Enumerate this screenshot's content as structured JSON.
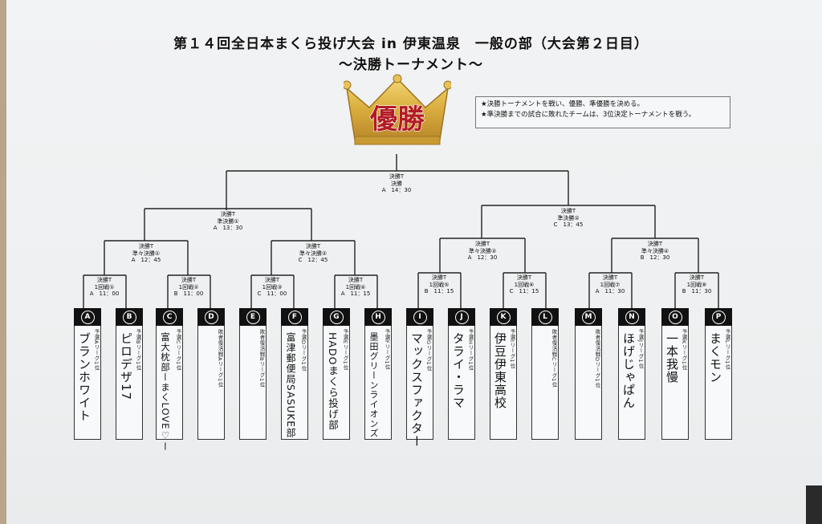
{
  "title": {
    "line1": "第１４回全日本まくら投げ大会 in 伊東温泉　一般の部（大会第２日目）",
    "line2": "〜決勝トーナメント〜"
  },
  "crown": {
    "text": "優勝"
  },
  "notes": [
    "★決勝トーナメントを戦い、優勝、準優勝を決める。",
    "★準決勝までの試合に敗れたチームは、3位決定トーナメントを戦う。"
  ],
  "final": {
    "l1": "決勝T",
    "l2": "決勝",
    "l3": "A　14：30"
  },
  "semis": [
    {
      "l1": "決勝T",
      "l2": "準決勝①",
      "l3": "A　13：30"
    },
    {
      "l1": "決勝T",
      "l2": "準決勝②",
      "l3": "C　13：45"
    }
  ],
  "quarters": [
    {
      "l1": "決勝T",
      "l2": "準々決勝①",
      "l3": "A　12：45"
    },
    {
      "l1": "決勝T",
      "l2": "準々決勝②",
      "l3": "C　12：45"
    },
    {
      "l1": "決勝T",
      "l2": "準々決勝③",
      "l3": "A　12：30"
    },
    {
      "l1": "決勝T",
      "l2": "準々決勝④",
      "l3": "B　12：30"
    }
  ],
  "round1": [
    {
      "l1": "決勝T",
      "l2": "1回戦①",
      "l3": "A　11：00"
    },
    {
      "l1": "決勝T",
      "l2": "1回戦②",
      "l3": "B　11：00"
    },
    {
      "l1": "決勝T",
      "l2": "1回戦③",
      "l3": "C　11：00"
    },
    {
      "l1": "決勝T",
      "l2": "1回戦④",
      "l3": "A　11：15"
    },
    {
      "l1": "決勝T",
      "l2": "1回戦⑤",
      "l3": "B　11：15"
    },
    {
      "l1": "決勝T",
      "l2": "1回戦⑥",
      "l3": "C　11：15"
    },
    {
      "l1": "決勝T",
      "l2": "1回戦⑦",
      "l3": "A　11：30"
    },
    {
      "l1": "決勝T",
      "l2": "1回戦⑧",
      "l3": "B　11：30"
    }
  ],
  "teams": [
    {
      "letter": "A",
      "qual": "予選Aリーグ1位",
      "name": "ブランホワイト"
    },
    {
      "letter": "B",
      "qual": "予選Bリーグ1位",
      "name": "ピロデザ17"
    },
    {
      "letter": "C",
      "qual": "予選Cリーグ1位",
      "name": "富大枕部ーまくLOVE♡ー"
    },
    {
      "letter": "D",
      "qual": "敗者復活戦Aリーグ1位",
      "name": ""
    },
    {
      "letter": "E",
      "qual": "敗者復活戦Bリーグ1位",
      "name": ""
    },
    {
      "letter": "F",
      "qual": "予選Dリーグ1位",
      "name": "富津郵便局SASUKE部"
    },
    {
      "letter": "G",
      "qual": "予選Eリーグ1位",
      "name": "HADOまくら投げ部"
    },
    {
      "letter": "H",
      "qual": "予選Fリーグ1位",
      "name": "墨田グリーンライオンズ"
    },
    {
      "letter": "I",
      "qual": "予選Gリーグ1位",
      "name": "マックスファクター"
    },
    {
      "letter": "J",
      "qual": "予選Hリーグ1位",
      "name": "タライ・ラマ"
    },
    {
      "letter": "K",
      "qual": "予選Iリーグ1位",
      "name": "伊豆伊東高校"
    },
    {
      "letter": "L",
      "qual": "敗者復活戦Cリーグ1位",
      "name": ""
    },
    {
      "letter": "M",
      "qual": "敗者復活戦Dリーグ1位",
      "name": ""
    },
    {
      "letter": "N",
      "qual": "予選Jリーグ1位",
      "name": "ほげじゃぱん"
    },
    {
      "letter": "O",
      "qual": "予選Kリーグ1位",
      "name": "一本我慢"
    },
    {
      "letter": "P",
      "qual": "予選Lリーグ1位",
      "name": "まくモン"
    }
  ],
  "colors": {
    "crown_gold": "#d9ad3e",
    "crown_text": "#b31b25",
    "header_black": "#111111"
  }
}
